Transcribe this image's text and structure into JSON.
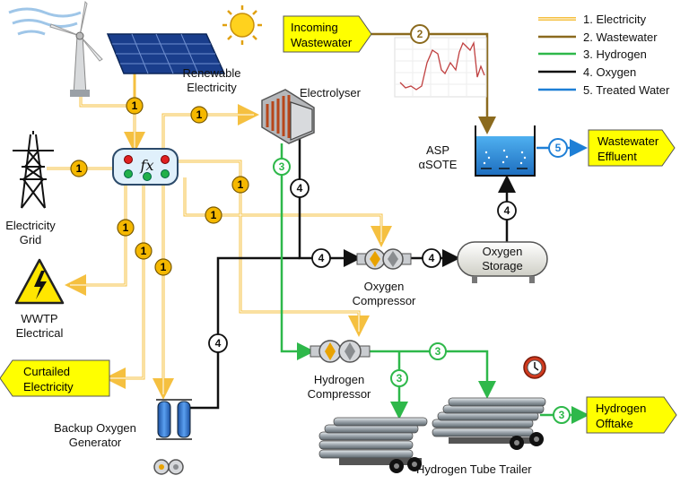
{
  "labels": {
    "renewable_1": "Renewable",
    "renewable_2": "Electricity",
    "electrolyser": "Electrolyser",
    "grid_1": "Electricity",
    "grid_2": "Grid",
    "wwtp_1": "WWTP",
    "wwtp_2": "Electrical",
    "curtailed_1": "Curtailed",
    "curtailed_2": "Electricity",
    "backup_1": "Backup Oxygen",
    "backup_2": "Generator",
    "incoming_1": "Incoming",
    "incoming_2": "Wastewater",
    "asp_1": "ASP",
    "asp_2": "αSOTE",
    "effluent_1": "Wastewater",
    "effluent_2": "Effluent",
    "oxygen_storage_1": "Oxygen",
    "oxygen_storage_2": "Storage",
    "oxygen_comp_1": "Oxygen",
    "oxygen_comp_2": "Compressor",
    "hydrogen_comp_1": "Hydrogen",
    "hydrogen_comp_2": "Compressor",
    "hydrogen_offtake_1": "Hydrogen",
    "hydrogen_offtake_2": "Offtake",
    "tube_trailer": "Hydrogen Tube Trailer",
    "fx": "fx"
  },
  "legend": [
    {
      "label": "1. Electricity",
      "color": "#f5c040"
    },
    {
      "label": "2. Wastewater",
      "color": "#8b6a1e"
    },
    {
      "label": "3. Hydrogen",
      "color": "#2eb84a"
    },
    {
      "label": "4. Oxygen",
      "color": "#111111"
    },
    {
      "label": "5. Treated Water",
      "color": "#1e7fd6"
    }
  ],
  "badges": {
    "electricity": "1",
    "wastewater": "2",
    "hydrogen": "3",
    "oxygen": "4",
    "treated": "5"
  },
  "colors": {
    "electricity": "#f5c040",
    "electricity_fill": "#f5b800",
    "wastewater": "#8b6a1e",
    "hydrogen": "#2eb84a",
    "oxygen": "#111111",
    "treated": "#1e7fd6",
    "flag_fill": "#ffff00"
  }
}
